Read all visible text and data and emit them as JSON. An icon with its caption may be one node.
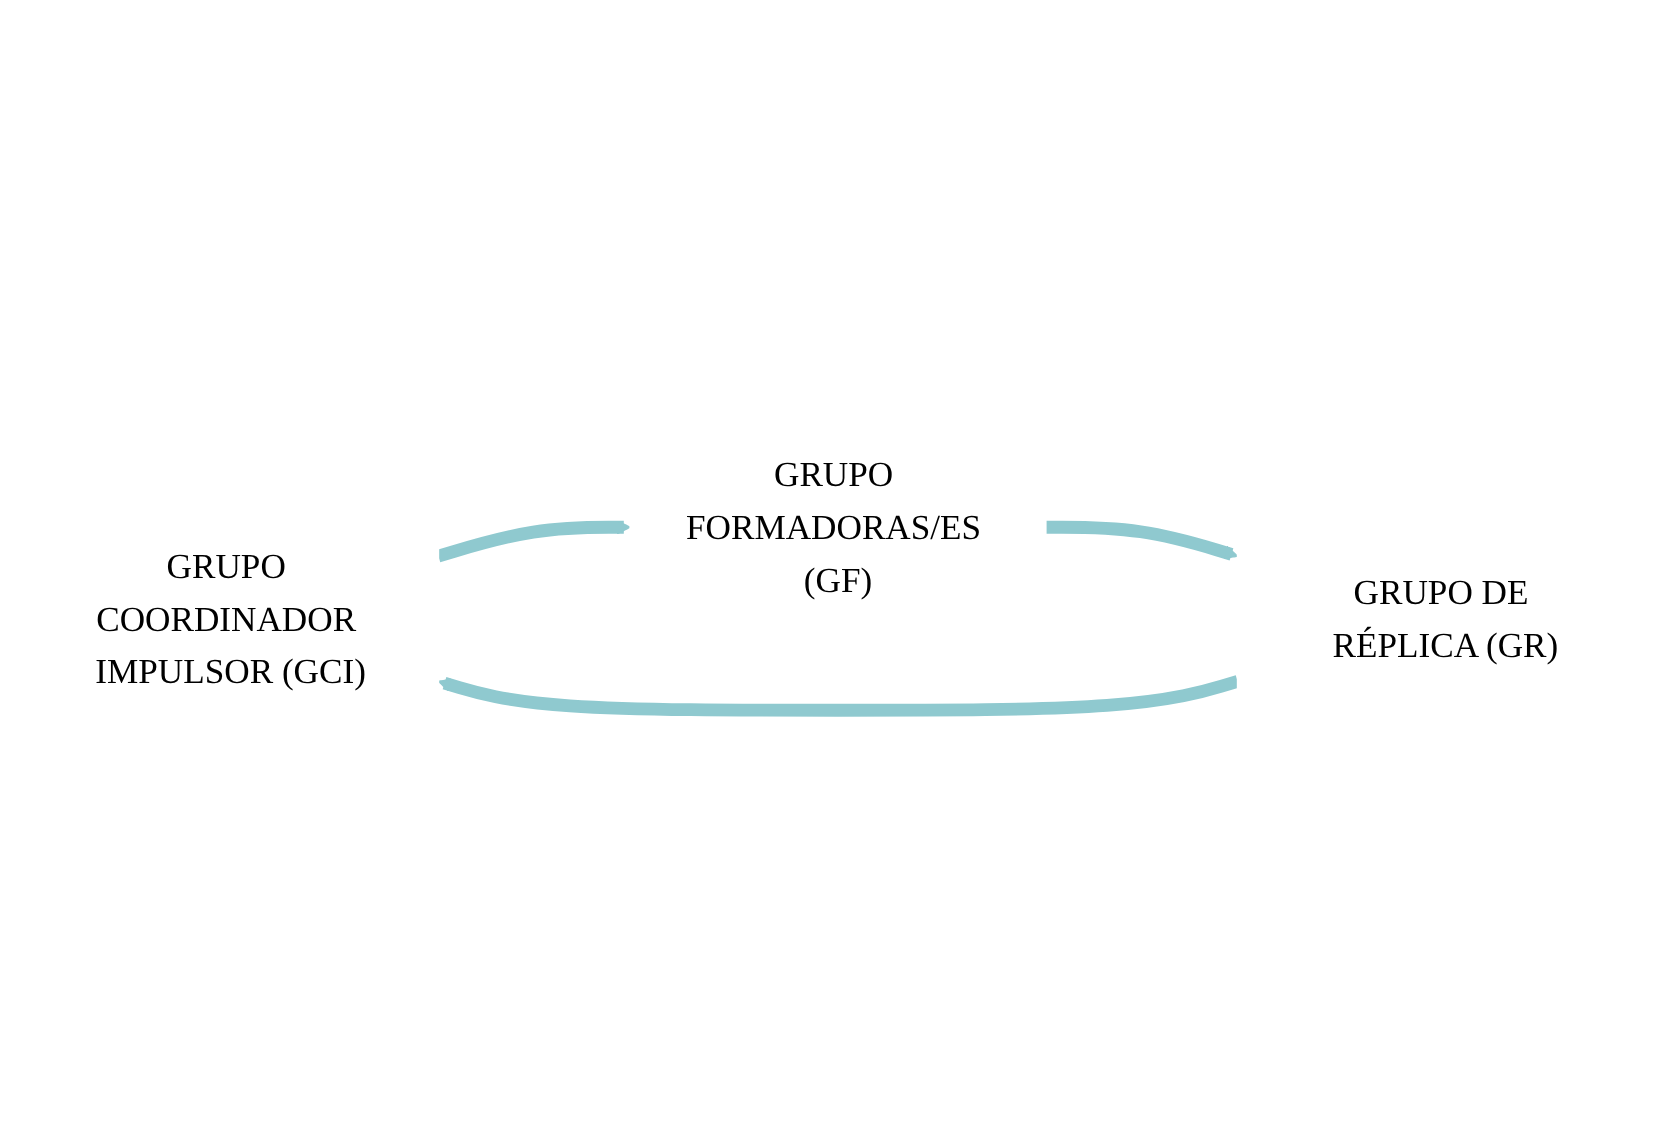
{
  "diagram": {
    "nodes": [
      {
        "text": [
          "GRUPO COORDINADOR IMPULSOR (GCI)"
        ]
      },
      {
        "text": [
          "GRUPO FORMADORAS/ES (GF)"
        ]
      },
      {
        "text": [
          "GRUPO DE RÉPLICA (GR)"
        ]
      }
    ],
    "edges": [
      {
        "from": 0,
        "to": 1,
        "arrow": "to"
      },
      {
        "from": 1,
        "to": 2,
        "arrow": "to"
      },
      {
        "from": 2,
        "to": 0,
        "arrow": "to"
      }
    ]
  }
}
